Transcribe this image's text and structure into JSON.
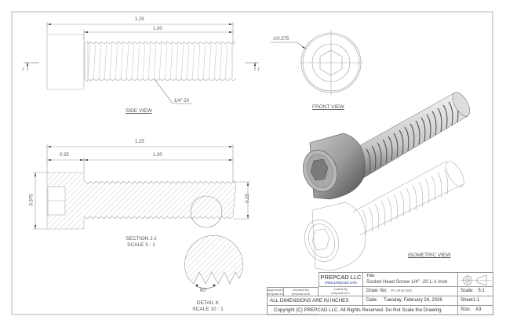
{
  "sheet": {
    "size": "A3",
    "border_color": "#d8d8d8"
  },
  "side_view": {
    "title": "SIDE VIEW",
    "dim_overall": "1.25",
    "dim_thread": "1.00",
    "thread_callout": "1/4\"-20",
    "section_marker": "J"
  },
  "front_view": {
    "title": "FRONT VIEW",
    "dim_diameter": "∅0.375"
  },
  "section_view": {
    "title": "SECTION J-J",
    "scale": "SCALE 5 : 1",
    "dim_overall": "1.25",
    "dim_head": "0.25",
    "dim_thread": "1.00",
    "dim_head_dia": "0.375",
    "dim_thread_dia": "0.25",
    "detail_marker": "K"
  },
  "detail_view": {
    "title": "DETAIL K",
    "scale": "SCALE 10 : 1",
    "angle": "60°"
  },
  "isometric_view": {
    "title": "ISOMETRIC VIEW"
  },
  "title_block": {
    "company": "PREPCAD LLC",
    "website": "www.prepcad.com",
    "approved_by_label": "Approved By",
    "approved_by": "prepcad.com",
    "checked_by_label": "checked By",
    "checked_by": "prepcad.com",
    "crated_by_label": "Crated By",
    "crated_by": "prepcad.com",
    "units_note": "ALL DIMENSIONS ARE IN INCHES",
    "copyright": "Copyright (C)  PREPCAD LLC. All Rights Reserved. Do Not Scale the Drawing",
    "title_label": "Title:",
    "title": "Socket Head Screw 1/4\" -20 L-1 Inch",
    "draw_no_label": "Draw: No:",
    "draw_no": "PC-SHS-D01",
    "date_label": "Date:",
    "date": "Tuesday, February 24, 2026",
    "scale_label": "Scale:",
    "scale": "5:1",
    "sheet": "Sheet1-1",
    "size_label": "Size:",
    "size": "A3",
    "projection_icon": "third-angle-projection-icon"
  }
}
